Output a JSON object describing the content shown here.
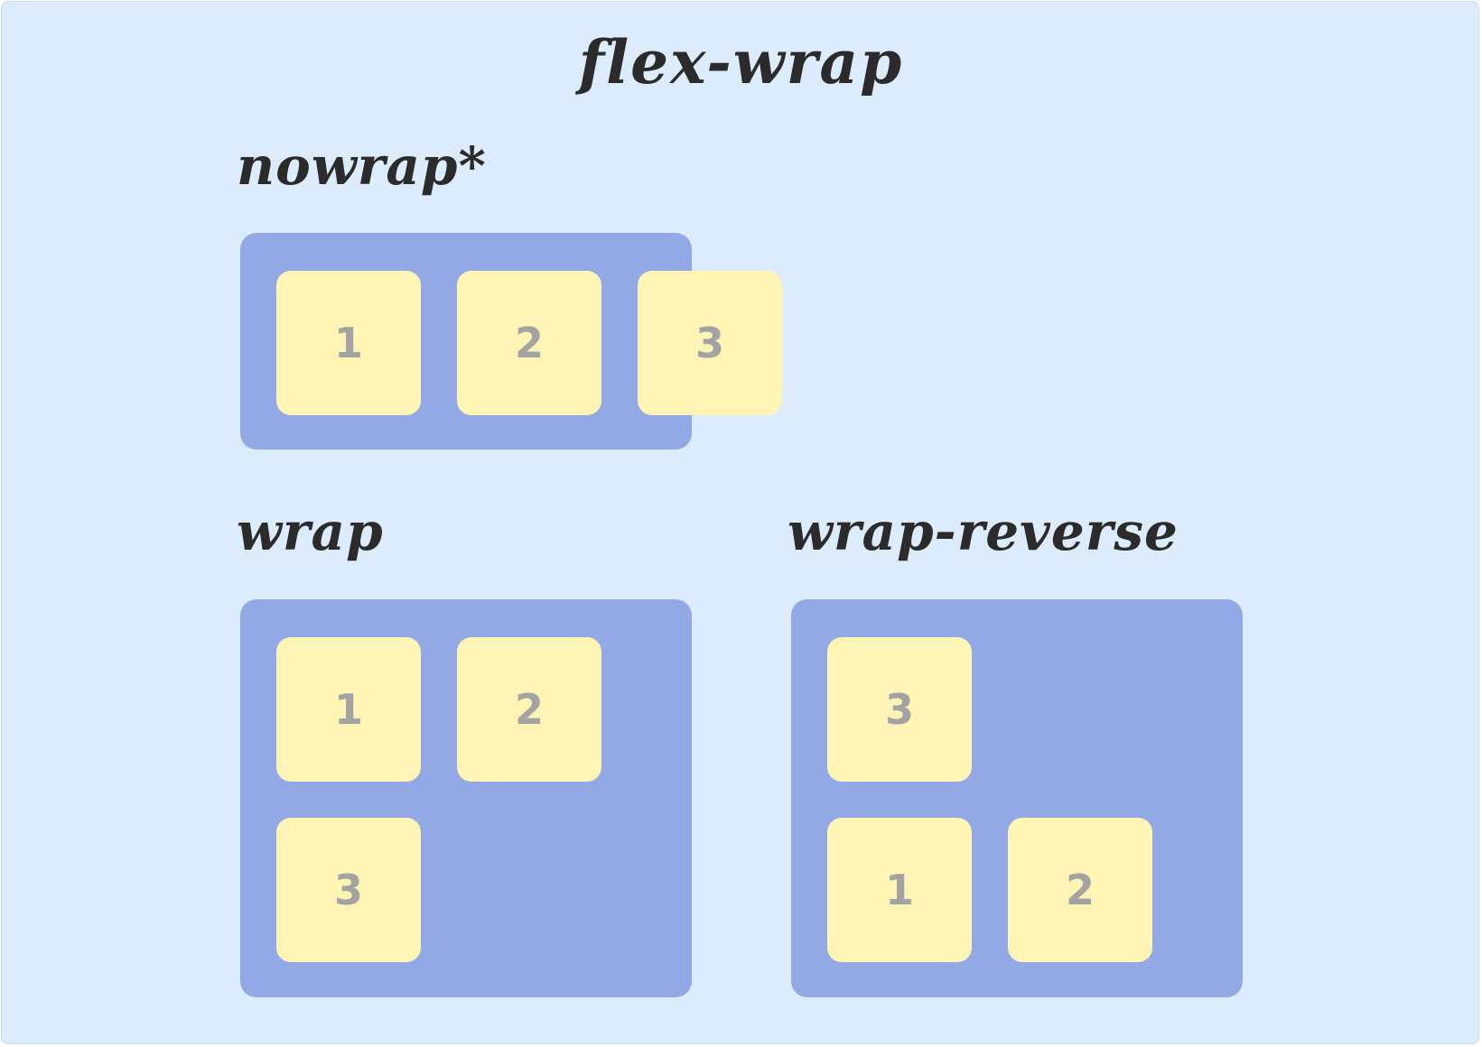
{
  "title": "flex-wrap",
  "examples": {
    "nowrap": {
      "label": "nowrap*",
      "items": [
        "1",
        "2",
        "3"
      ]
    },
    "wrap": {
      "label": "wrap",
      "items": [
        "1",
        "2",
        "3"
      ]
    },
    "wrap_reverse": {
      "label": "wrap-reverse",
      "items": [
        "3",
        "1",
        "2"
      ]
    }
  },
  "colors": {
    "background": "#dcecfd",
    "container": "#93a9e5",
    "item": "#fdf4b5",
    "item_text": "#a3a3a3",
    "heading_text": "#2b2b2b"
  }
}
